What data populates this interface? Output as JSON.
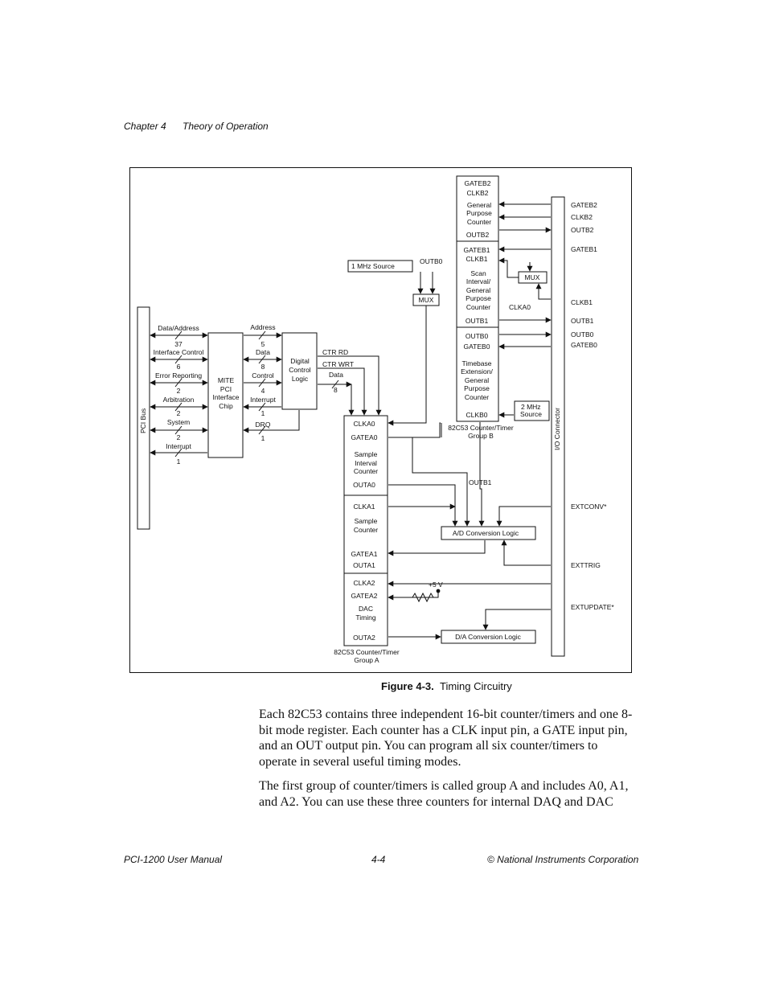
{
  "header": {
    "chapter": "Chapter 4",
    "section": "Theory of Operation"
  },
  "figure": {
    "number": "Figure 4-3.",
    "title": "Timing Circuitry",
    "labels": {
      "pci_bus": "PCI Bus",
      "mite": [
        "MITE",
        "PCI",
        "Interface",
        "Chip"
      ],
      "dcl": [
        "Digital",
        "Control",
        "Logic"
      ],
      "bus_left": [
        {
          "name": "Data/Address",
          "width": "37"
        },
        {
          "name": "Interface Control",
          "width": "6"
        },
        {
          "name": "Error Reporting",
          "width": "2"
        },
        {
          "name": "Arbitration",
          "width": "2"
        },
        {
          "name": "System",
          "width": "2"
        },
        {
          "name": "Interrupt",
          "width": "1"
        }
      ],
      "bus_mid": [
        {
          "name": "Address",
          "width": "5"
        },
        {
          "name": "Data",
          "width": "8"
        },
        {
          "name": "Control",
          "width": "4"
        },
        {
          "name": "Interrupt",
          "width": "1"
        },
        {
          "name": "DRQ",
          "width": "1"
        }
      ],
      "ctr_rd": "CTR RD",
      "ctr_wrt": "CTR WRT",
      "data": "Data",
      "data_width": "8",
      "one_mhz": "1 MHz Source",
      "two_mhz": [
        "2 MHz",
        "Source"
      ],
      "mux": "MUX",
      "outb0_top": "OUTB0",
      "clka0_mux": "CLKA0",
      "plus5v": "+5 V",
      "outb1_mid": "OUTB1",
      "group_b": {
        "gateb2": "GATEB2",
        "clkb2": "CLKB2",
        "b2_desc": [
          "General",
          "Purpose",
          "Counter"
        ],
        "outb2": "OUTB2",
        "gateb1": "GATEB1",
        "clkb1": "CLKB1",
        "b1_desc": [
          "Scan",
          "Interval/",
          "General",
          "Purpose",
          "Counter"
        ],
        "outb1": "OUTB1",
        "outb0": "OUTB0",
        "gateb0": "GATEB0",
        "b0_desc": [
          "Timebase",
          "Extension/",
          "General",
          "Purpose",
          "Counter"
        ],
        "clkb0": "CLKB0",
        "caption": [
          "82C53 Counter/Timer",
          "Group B"
        ]
      },
      "group_a": {
        "clka0": "CLKA0",
        "gatea0": "GATEA0",
        "a0_desc": [
          "Sample",
          "Interval",
          "Counter"
        ],
        "outa0": "OUTA0",
        "clka1": "CLKA1",
        "a1_desc": [
          "Sample",
          "Counter"
        ],
        "gatea1": "GATEA1",
        "outa1": "OUTA1",
        "clka2": "CLKA2",
        "gatea2": "GATEA2",
        "a2_desc": [
          "DAC",
          "Timing"
        ],
        "outa2": "OUTA2",
        "caption": [
          "82C53 Counter/Timer",
          "Group A"
        ]
      },
      "ad_logic": "A/D Conversion Logic",
      "da_logic": "D/A Conversion Logic",
      "io_connector": "I/O Connector",
      "io_pins": {
        "gateb2": "GATEB2",
        "clkb2": "CLKB2",
        "outb2": "OUTB2",
        "gateb1": "GATEB1",
        "clkb1": "CLKB1",
        "outb1": "OUTB1",
        "outb0": "OUTB0",
        "gateb0": "GATEB0",
        "extconv": "EXTCONV*",
        "exttrig": "EXTTRIG",
        "extupdate": "EXTUPDATE*"
      }
    }
  },
  "paragraphs": [
    "Each 82C53 contains three independent 16-bit counter/timers and one 8-bit mode register. Each counter has a CLK input pin, a GATE input pin, and an OUT output pin. You can program all six counter/timers to operate in several useful timing modes.",
    "The first group of counter/timers is called group A and includes A0, A1, and A2. You can use these three counters for internal DAQ and DAC"
  ],
  "footer": {
    "left": "PCI-1200 User Manual",
    "center": "4-4",
    "right": "© National Instruments Corporation"
  }
}
